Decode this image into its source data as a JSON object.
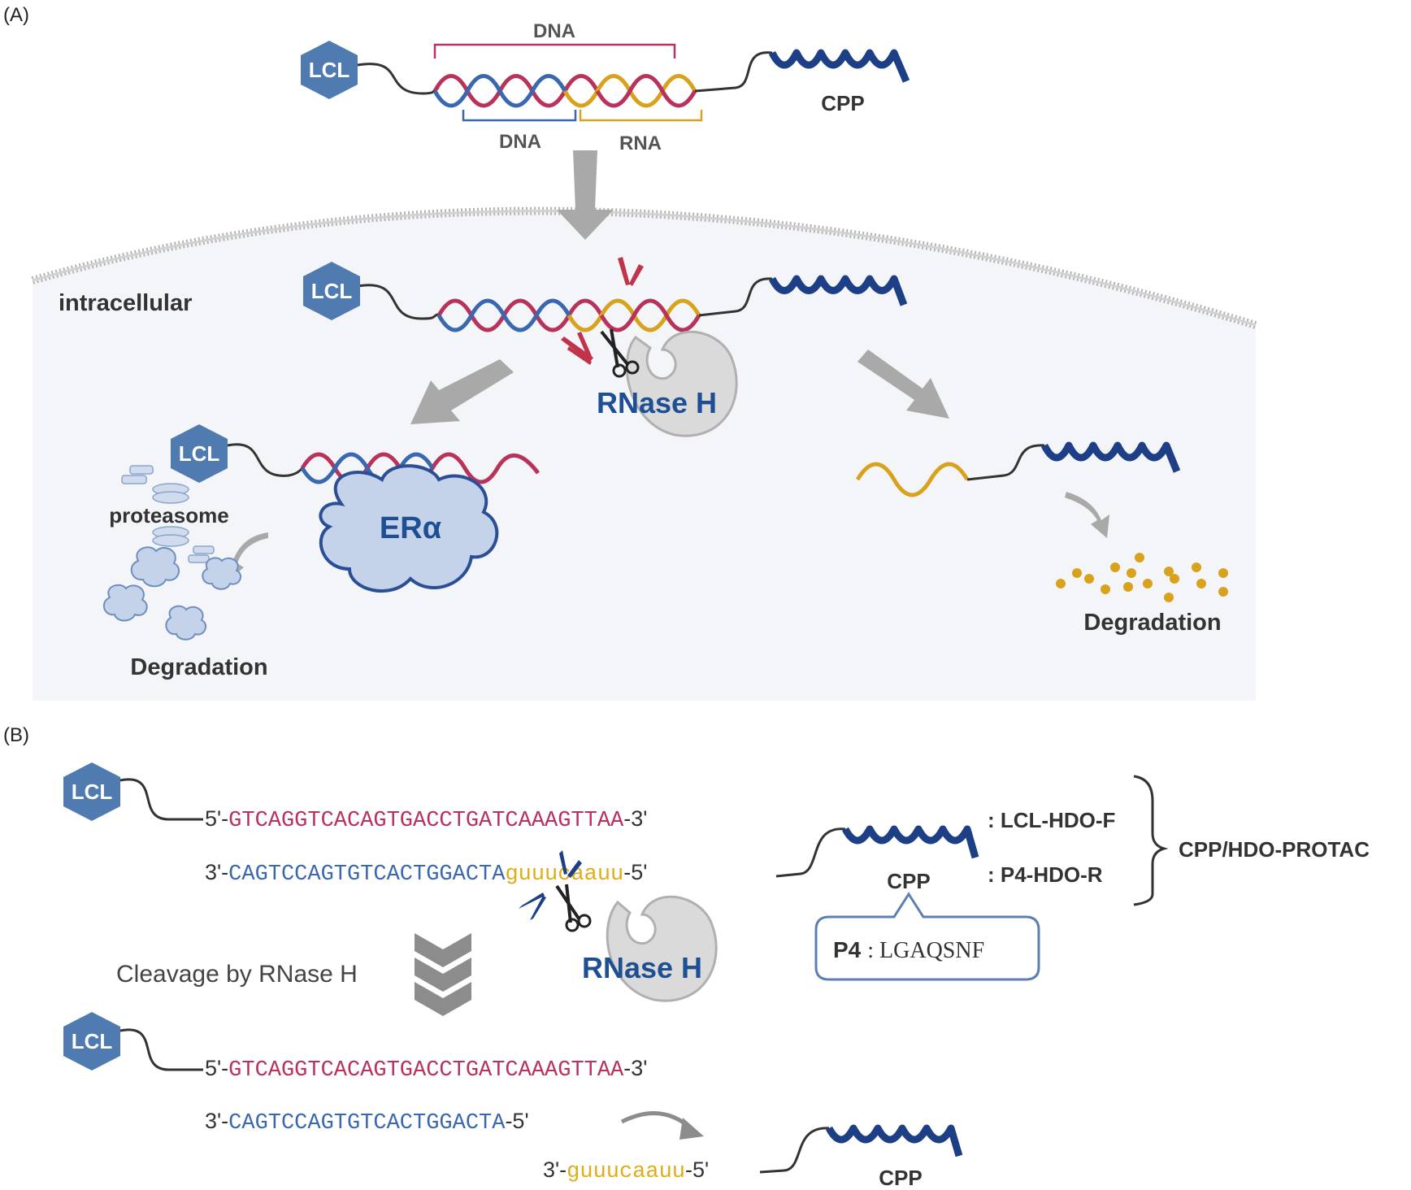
{
  "panel_a": {
    "label": "(A)",
    "top_bracket": "DNA",
    "left_bracket": "DNA",
    "right_bracket": "RNA",
    "lcl": "LCL",
    "cpp": "CPP",
    "intracellular": "intracellular",
    "rnase": "RNase H",
    "era": "ERα",
    "proteasome": "proteasome",
    "degradation_left": "Degradation",
    "degradation_right": "Degradation"
  },
  "panel_b": {
    "label": "(B)",
    "lcl": "LCL",
    "seq1_prefix": "5'-",
    "seq1": "GTCAGGTCACAGTGACCTGATCAAAGTTAA",
    "seq1_suffix": "-3'",
    "seq2_prefix": "3'-",
    "seq2_dna": "CAGTCCAGTGTCACTGGACTA",
    "seq2_rna": "guuucaauu",
    "seq2_suffix": "-5'",
    "cpp": "CPP",
    "name_f": ": LCL-HDO-F",
    "name_r": ": P4-HDO-R",
    "construct": "CPP/HDO-PROTAC",
    "p4_label": "P4",
    "p4_seq": ": LGAQSNF",
    "rnase": "RNase H",
    "cleavage": "Cleavage by RNase H",
    "seq3_prefix": "5'-",
    "seq3": "GTCAGGTCACAGTGACCTGATCAAAGTTAA",
    "seq3_suffix": "-3'",
    "seq4_prefix": "3'-",
    "seq4": "CAGTCCAGTGTCACTGGACTA",
    "seq4_suffix": "-5'",
    "seq5_prefix": "3'-",
    "seq5": "guuucaauu",
    "seq5_suffix": "-5'",
    "cpp_bottom": "CPP"
  },
  "colors": {
    "dna_red": "#b8325a",
    "dna_blue": "#3a68b0",
    "rna_gold": "#d9a21c",
    "cpp_navy": "#1d3f86",
    "lcl_hex": "#4f7bb0",
    "cell_bg": "#f3f5f9",
    "arrow_gray": "#a9a9a9",
    "era_fill": "#c4d2ea"
  }
}
